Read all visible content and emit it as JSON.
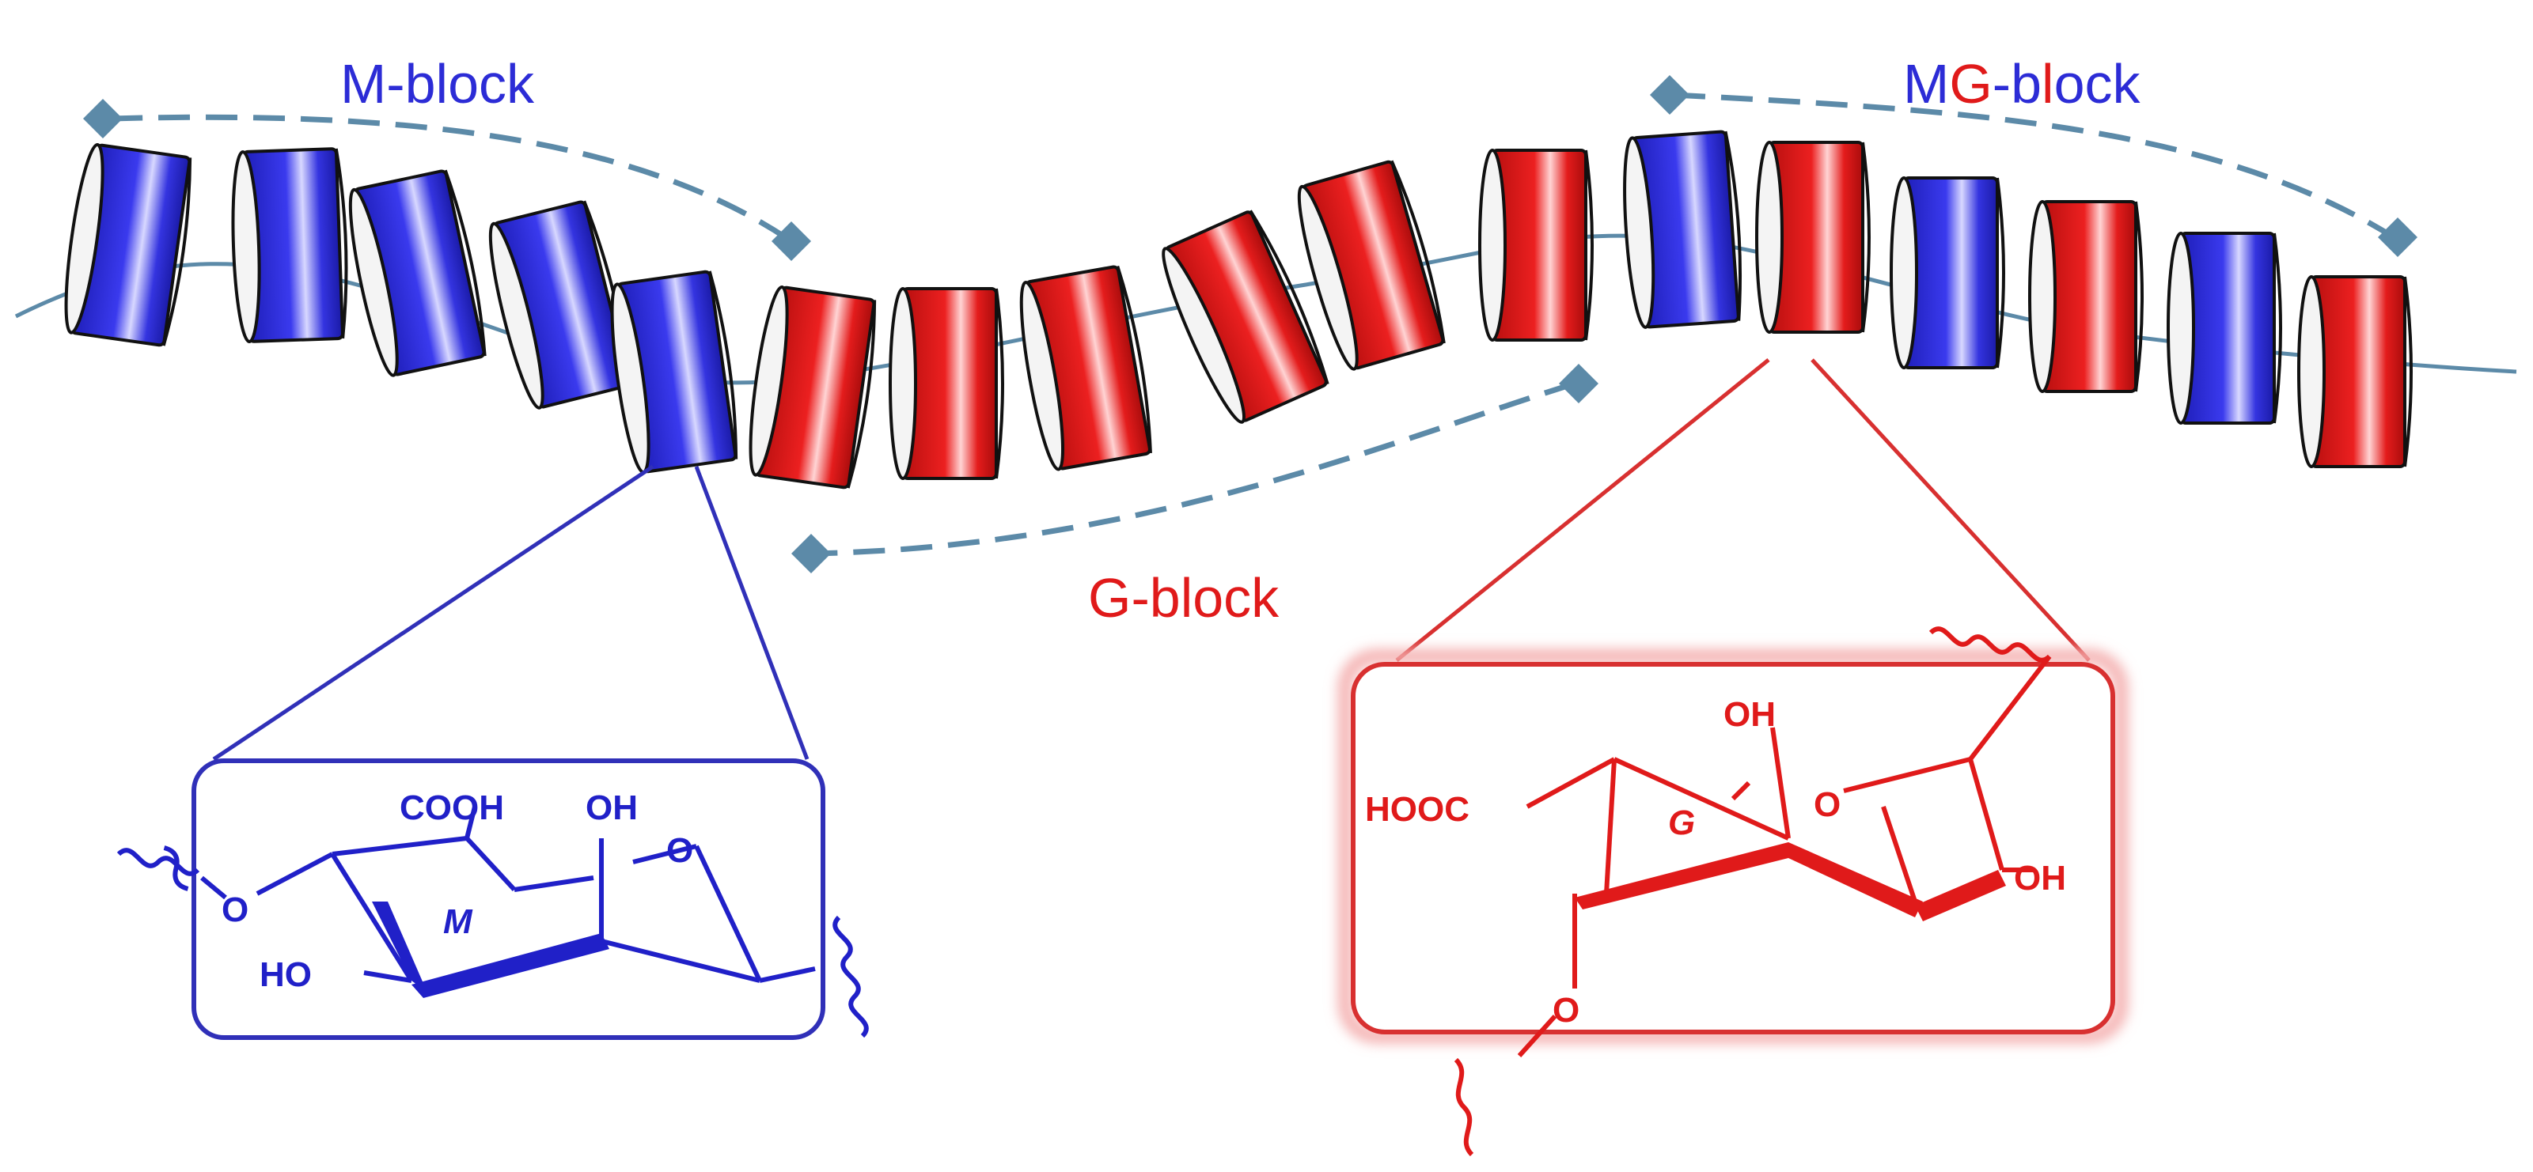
{
  "colors": {
    "m_unit": "#2c2cd6",
    "g_unit": "#e01a1a",
    "backbone": "#5c8aa8",
    "m_box": "#3030b8",
    "g_box": "#d83030"
  },
  "labels": {
    "m_block": "M-block",
    "g_block": "G-block",
    "mg_block": {
      "m1": "M",
      "g": "G",
      "dash": "-",
      "b": "b",
      "l": "l",
      "o": "o",
      "ck": "ck"
    }
  },
  "unit_sequence": [
    "M",
    "M",
    "M",
    "M",
    "M",
    "G",
    "G",
    "G",
    "G",
    "G",
    "G",
    "M",
    "G",
    "M",
    "G",
    "M",
    "G"
  ],
  "m_structure": {
    "cooh": "COOH",
    "oh": "OH",
    "ring_o": "O",
    "link_o": "O",
    "ho": "HO",
    "label": "M"
  },
  "g_structure": {
    "oh_top": "OH",
    "ring_o": "O",
    "hooc": "HOOC",
    "label": "G",
    "oh_right": "OH",
    "link_o": "O"
  }
}
